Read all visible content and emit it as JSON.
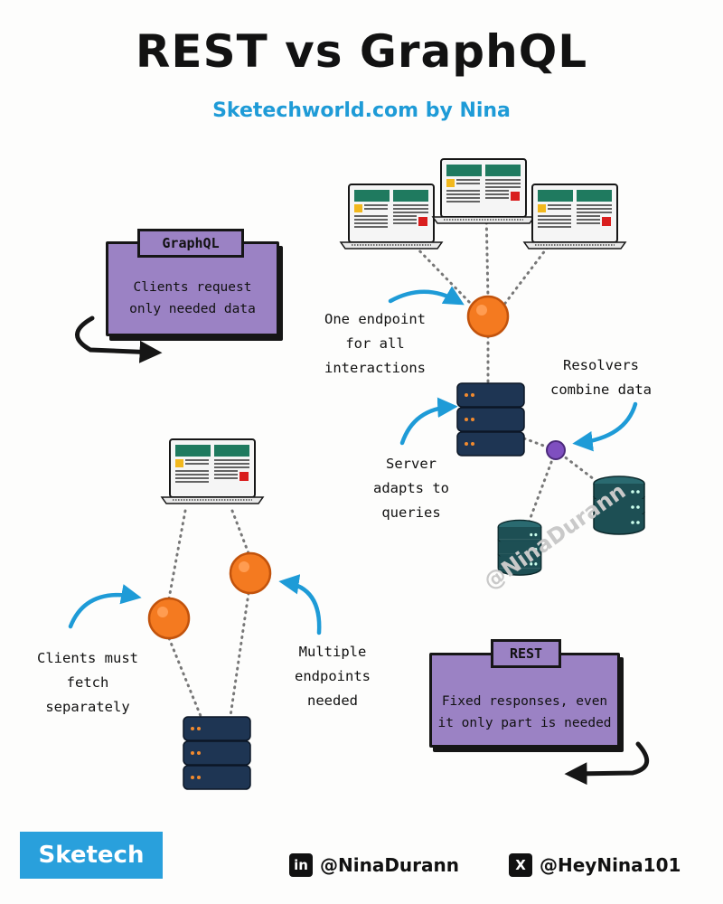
{
  "header": {
    "title": "REST vs GraphQL",
    "subtitle": "Sketechworld.com by Nina"
  },
  "graphql_box": {
    "tab": "GraphQL",
    "line1": "Clients request",
    "line2": "only needed data"
  },
  "rest_box": {
    "tab": "REST",
    "line1": "Fixed responses, even",
    "line2": "it only part is needed"
  },
  "labels": {
    "one_endpoint": "One endpoint\nfor all\ninteractions",
    "resolvers": "Resolvers\ncombine data",
    "server_adapts": "Server\nadapts to\nqueries",
    "clients_fetch": "Clients must\nfetch\nseparately",
    "multiple_endpoints": "Multiple\nendpoints\nneeded"
  },
  "watermark": "@NinaDurann",
  "footer": {
    "brand": "Sketech",
    "linkedin_handle": "@NinaDurann",
    "x_handle": "@HeyNina101",
    "linkedin_icon_text": "in",
    "x_icon_text": "X"
  },
  "colors": {
    "accent_blue": "#1e9bd7",
    "box_purple": "#9b82c4",
    "endpoint_orange": "#f47a20",
    "resolver_purple": "#7f4fc0",
    "server_navy": "#1e3553",
    "database_teal": "#1d4f54",
    "brand_blue": "#29a0dc"
  }
}
